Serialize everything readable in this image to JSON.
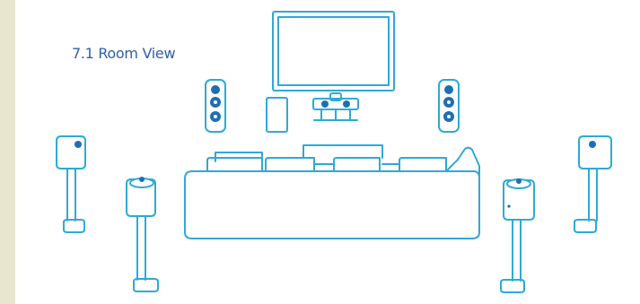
{
  "diagram": {
    "title": "7.1 Room View",
    "colors": {
      "outline": "#2fa9d6",
      "title": "#2f5fa8",
      "background_border": "#e8e6cf"
    },
    "components": [
      "tv",
      "center-speaker",
      "subwoofer",
      "front-left-speaker",
      "front-right-speaker",
      "sofa",
      "side-left-speaker",
      "side-right-speaker",
      "rear-left-speaker",
      "rear-right-speaker"
    ]
  }
}
